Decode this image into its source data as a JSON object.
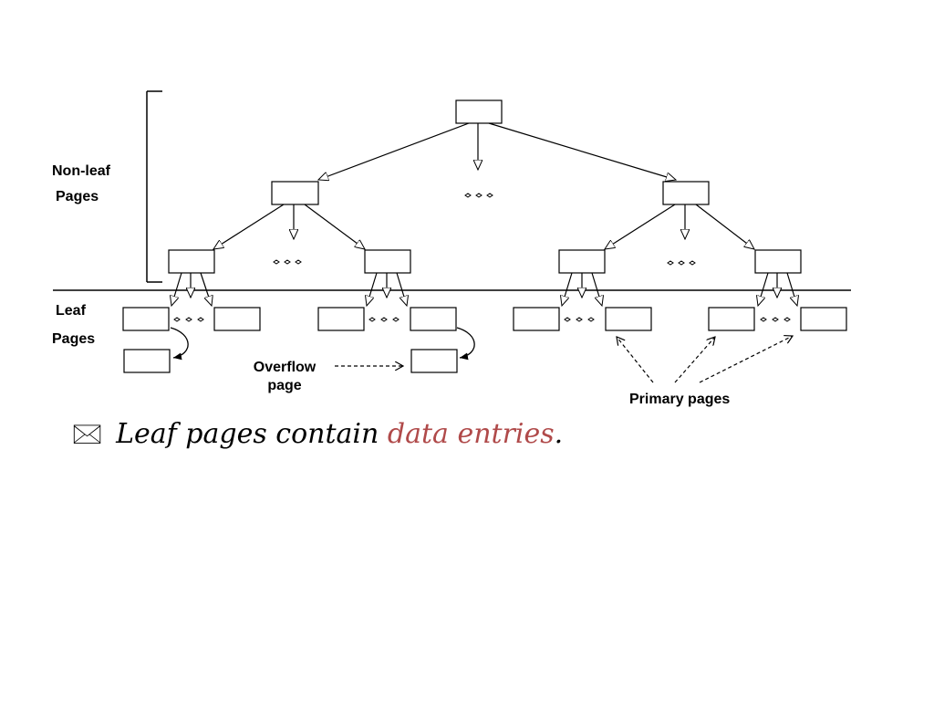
{
  "labels": {
    "nonleaf_line1": "Non-leaf",
    "nonleaf_line2": "Pages",
    "leaf_line1": "Leaf",
    "leaf_line2": "Pages",
    "overflow_line1": "Overflow",
    "overflow_line2": "page",
    "primary": "Primary pages"
  },
  "bullet": {
    "icon": "envelope-icon",
    "prefix": "Leaf pages contain ",
    "highlight": "data entries",
    "suffix": "."
  },
  "colors": {
    "line": "#000000",
    "highlight": "#b04a4a",
    "background": "#ffffff"
  }
}
